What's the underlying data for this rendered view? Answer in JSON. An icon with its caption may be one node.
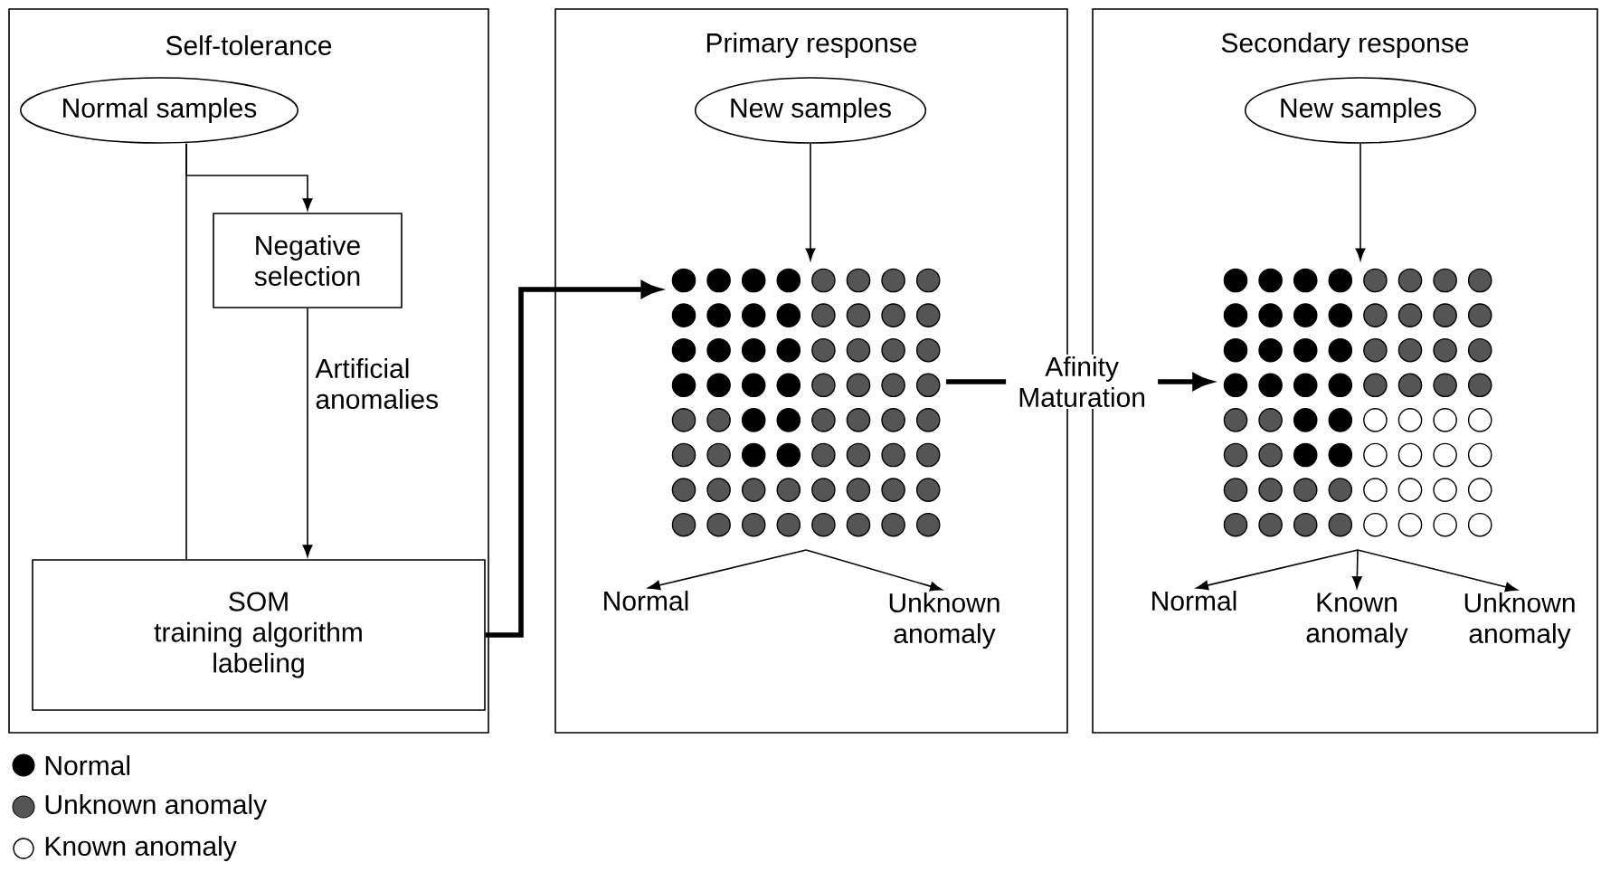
{
  "diagram": {
    "nodes": [
      {
        "text": [
          "Self-tolerance"
        ]
      },
      {
        "text": [
          "Normal samples"
        ],
        "in": 0
      },
      {
        "text": [
          "Negative selection"
        ],
        "in": 0
      },
      {
        "text": [
          "SOM",
          "training algorithm labeling"
        ],
        "in": 0
      },
      {
        "text": [
          "Primary response"
        ]
      },
      {
        "text": [
          "New samples"
        ],
        "in": 4
      },
      {
        "text": [],
        "shape": "picture",
        "in": 4
      },
      {
        "text": [
          "Normal"
        ],
        "in": 4
      },
      {
        "text": [
          "Unknown anomaly"
        ],
        "in": 4
      },
      {
        "text": [
          "Secondary response"
        ]
      },
      {
        "text": [
          "New samples"
        ],
        "in": 9
      },
      {
        "text": [],
        "shape": "picture",
        "in": 9
      },
      {
        "text": [
          "Normal"
        ],
        "in": 9
      },
      {
        "text": [
          "Known anomaly"
        ],
        "in": 9
      },
      {
        "text": [
          "Unknown anomaly"
        ],
        "in": 9
      }
    ],
    "edges": [
      {
        "from": 1,
        "to": 3,
        "arrow": "none"
      },
      {
        "from": 1,
        "to": 2,
        "arrow": "to"
      },
      {
        "from": 2,
        "to": 3,
        "arrow": "to",
        "label": "Artificial anomalies"
      },
      {
        "from": 3,
        "to": 6,
        "arrow": "to",
        "style": "thick"
      },
      {
        "from": 5,
        "to": 6,
        "arrow": "to"
      },
      {
        "from": 6,
        "to": 7,
        "arrow": "to"
      },
      {
        "from": 6,
        "to": 8,
        "arrow": "to"
      },
      {
        "from": 6,
        "to": 11,
        "arrow": "to",
        "style": "thick",
        "label": "Afinity Maturation"
      },
      {
        "from": 10,
        "to": 11,
        "arrow": "to"
      },
      {
        "from": 11,
        "to": 12,
        "arrow": "to"
      },
      {
        "from": 11,
        "to": 13,
        "arrow": "to"
      },
      {
        "from": 11,
        "to": 14,
        "arrow": "to"
      }
    ],
    "legend": [
      {
        "text": "Normal",
        "color": "#000000"
      },
      {
        "text": "Unknown anomaly",
        "color": "#555555"
      },
      {
        "text": "Known anomaly"
      }
    ]
  }
}
